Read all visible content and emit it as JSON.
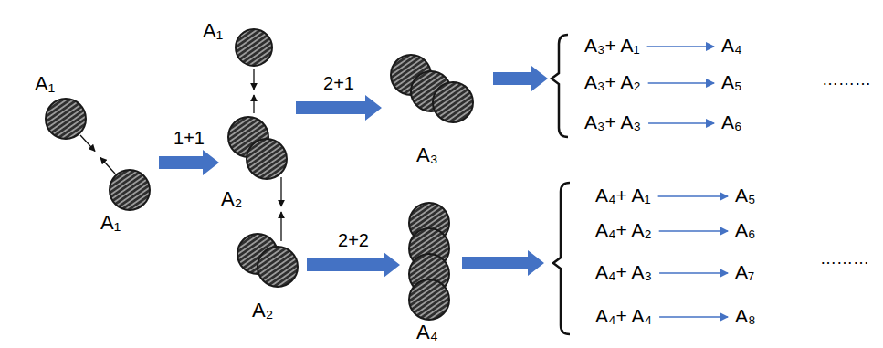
{
  "diagram": {
    "nodes": [
      {
        "text": [
          "A₁"
        ]
      },
      {
        "text": [
          "A₁"
        ]
      },
      {
        "text": [
          "A₁"
        ]
      },
      {
        "text": [
          "A₂"
        ]
      },
      {
        "text": [
          "A₂"
        ]
      },
      {
        "text": [
          "A₃"
        ]
      },
      {
        "text": [
          "A₄"
        ]
      }
    ],
    "edges": [
      {
        "from": 1,
        "to": 3,
        "arrow": "to",
        "label": "1+1"
      },
      {
        "from": 3,
        "to": 5,
        "arrow": "to",
        "label": "2+1"
      },
      {
        "from": 4,
        "to": 6,
        "arrow": "to",
        "label": "2+2"
      }
    ],
    "labels": [
      "A₃+ A₁",
      "A₄",
      "A₃+ A₂",
      "A₅",
      "A₃+ A₃",
      "A₆",
      "………",
      "A₄+ A₁",
      "A₅",
      "A₄+ A₂",
      "A₆",
      "A₄+ A₃",
      "A₇",
      "A₄+ A₄",
      "A₈",
      "………"
    ]
  }
}
